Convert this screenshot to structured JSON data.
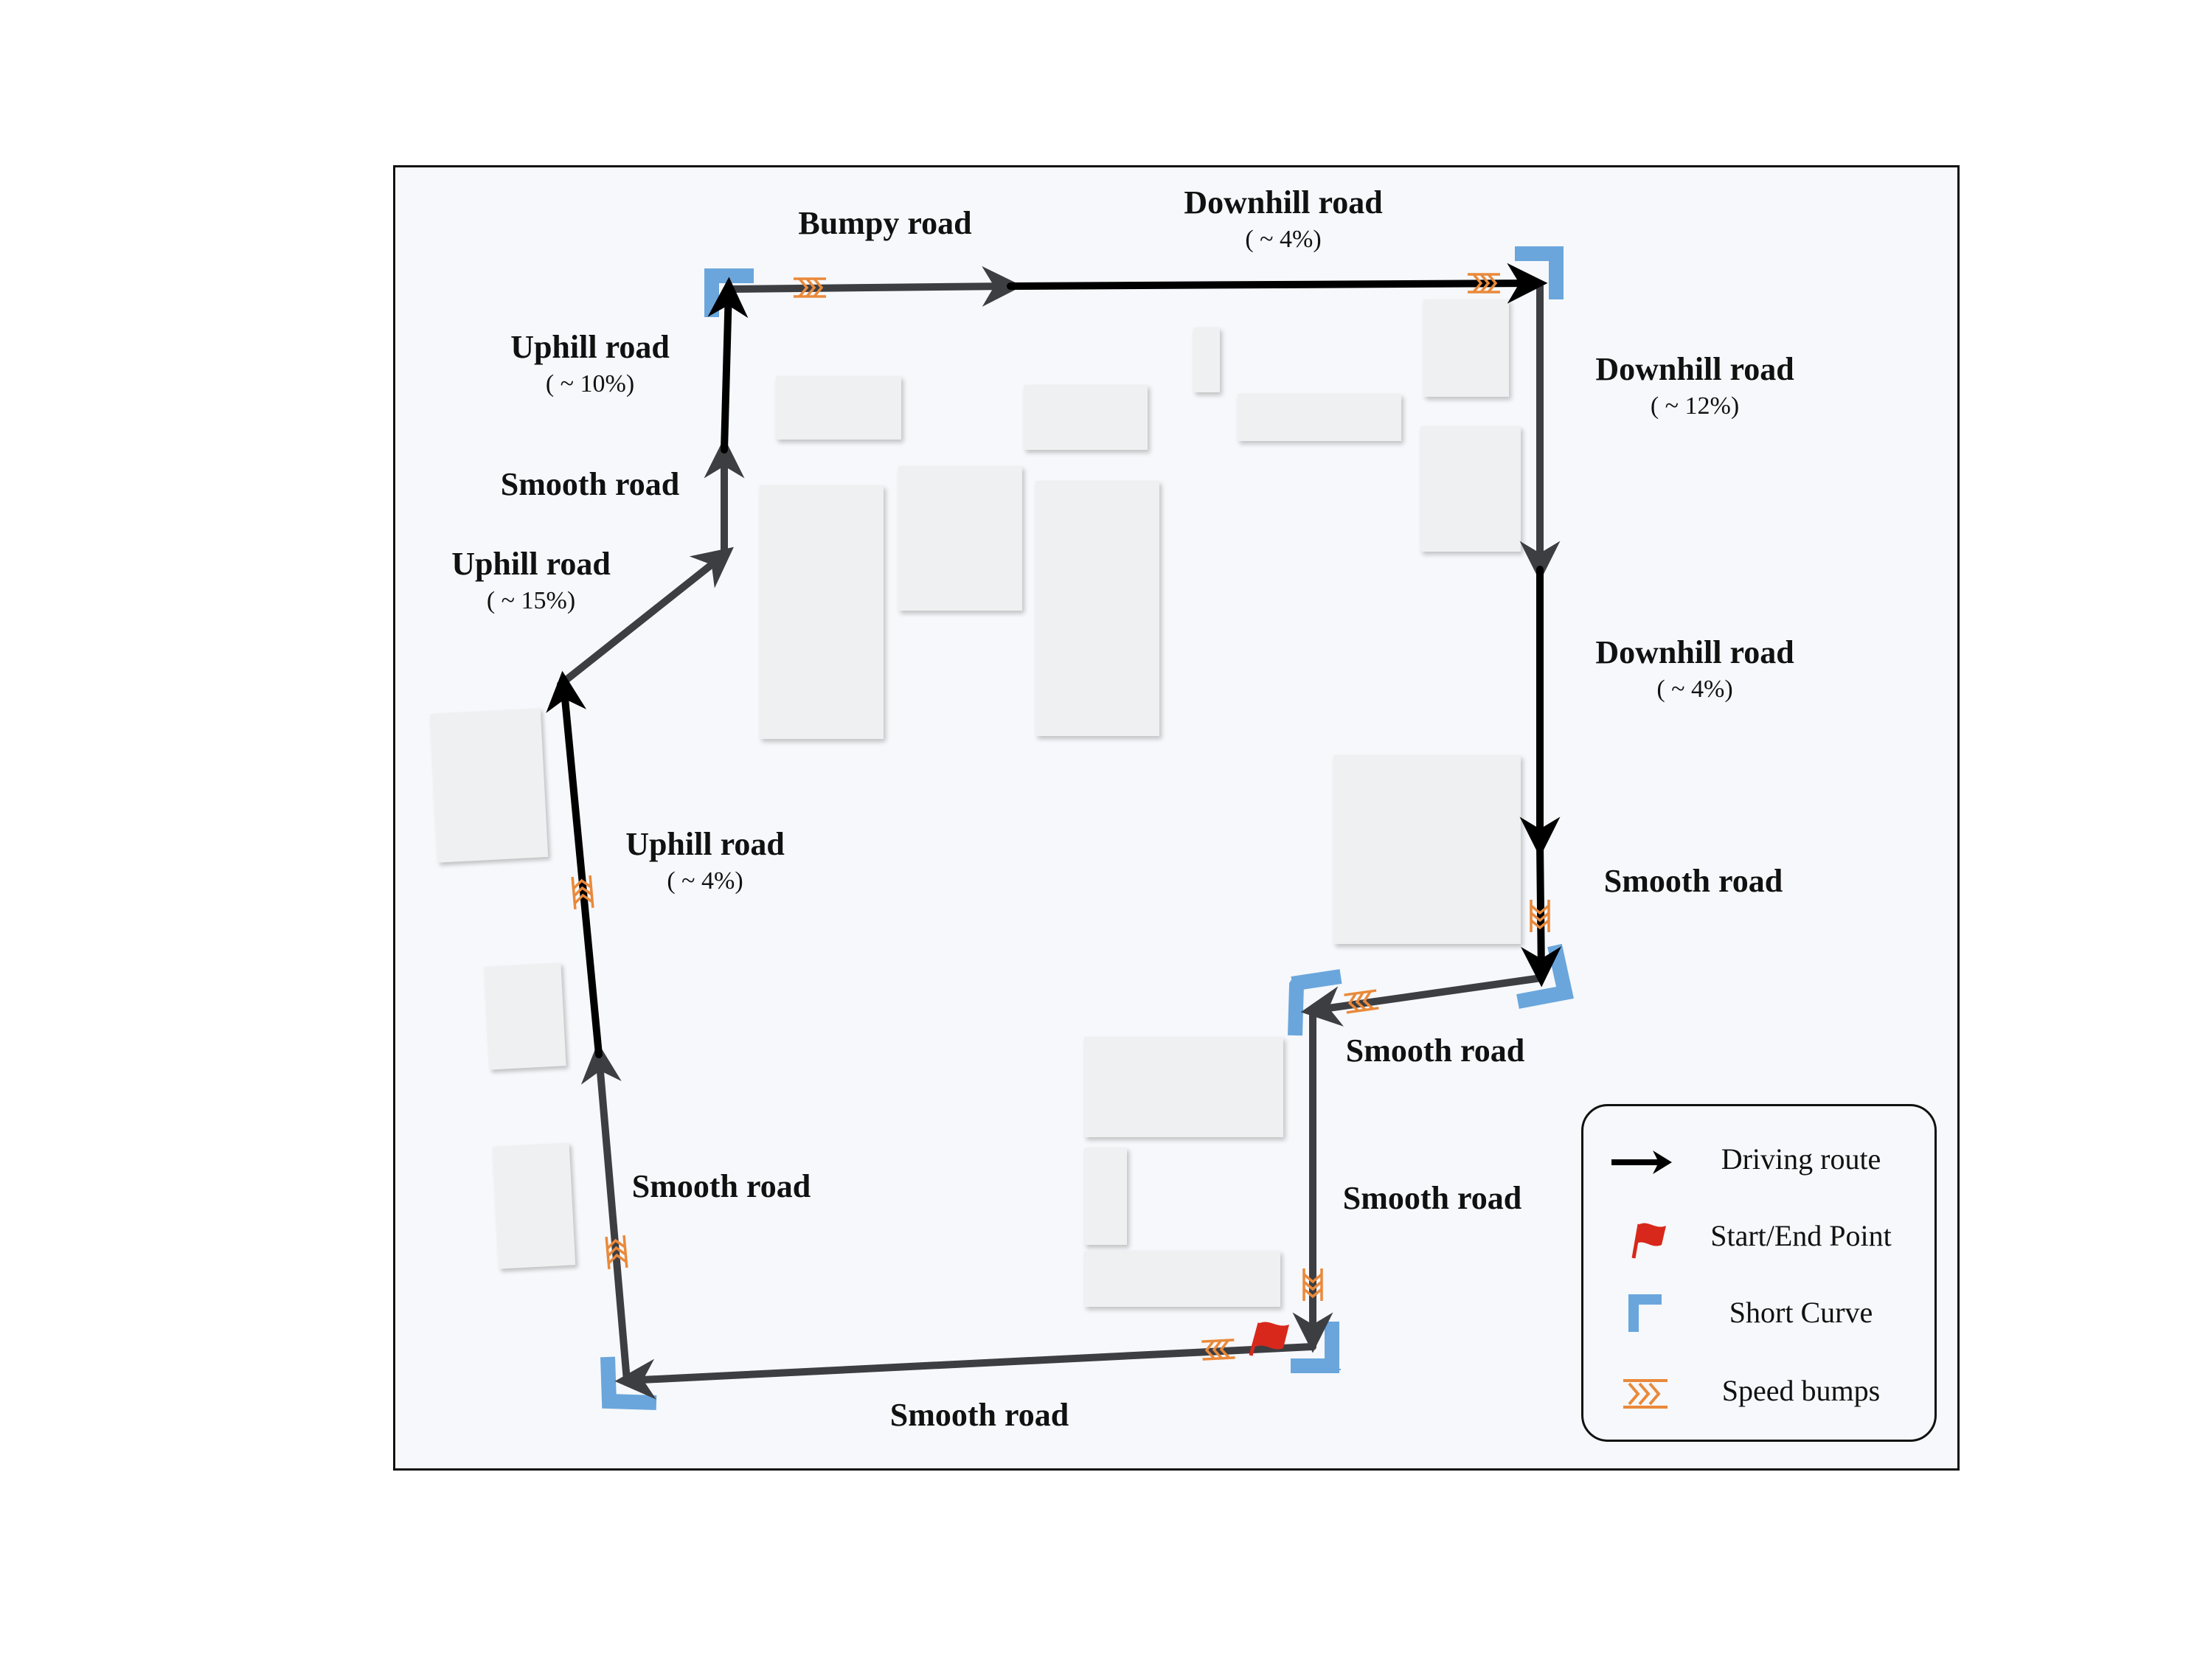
{
  "labels": {
    "bumpy_top": {
      "title": "Bumpy road",
      "sub": ""
    },
    "downhill_top": {
      "title": "Downhill road",
      "sub": "( ~ 4%)"
    },
    "uphill_10": {
      "title": "Uphill road",
      "sub": "( ~ 10%)"
    },
    "smooth_left_upper": {
      "title": "Smooth road",
      "sub": ""
    },
    "uphill_15": {
      "title": "Uphill road",
      "sub": "( ~ 15%)"
    },
    "uphill_4": {
      "title": "Uphill road",
      "sub": "( ~ 4%)"
    },
    "smooth_left_lower": {
      "title": "Smooth road",
      "sub": ""
    },
    "smooth_bottom": {
      "title": "Smooth road",
      "sub": ""
    },
    "downhill_12": {
      "title": "Downhill road",
      "sub": "( ~ 12%)"
    },
    "downhill_right_4": {
      "title": "Downhill road",
      "sub": "( ~ 4%)"
    },
    "smooth_right": {
      "title": "Smooth road",
      "sub": ""
    },
    "smooth_mid_upper": {
      "title": "Smooth road",
      "sub": ""
    },
    "smooth_mid_lower": {
      "title": "Smooth road",
      "sub": ""
    }
  },
  "legend": {
    "driving_route": "Driving route",
    "start_end": "Start/End Point",
    "short_curve": "Short Curve",
    "speed_bumps": "Speed bumps"
  },
  "colors": {
    "route_dark": "#000000",
    "route_gray": "#3d3e42",
    "curve_blue": "#6aa6dc",
    "bump_orange": "#e9893a",
    "flag_red": "#d8281c",
    "building": "#eff0f2",
    "map_bg": "#f6f8fb"
  }
}
